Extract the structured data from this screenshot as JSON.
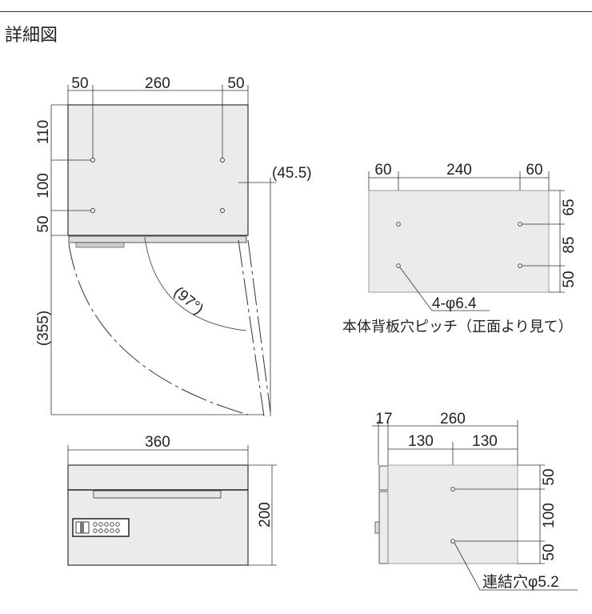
{
  "title": "詳細図",
  "top_view": {
    "width_dims": [
      "50",
      "260",
      "50"
    ],
    "height_dims": [
      "110",
      "100",
      "50"
    ],
    "offset_dim": "(45.5)",
    "door_depth_dim": "(355)",
    "door_angle": "(97°)"
  },
  "front_view": {
    "width_dim": "360",
    "height_dim": "200"
  },
  "back_panel": {
    "width_dims": [
      "60",
      "240",
      "60"
    ],
    "height_dims": [
      "65",
      "85",
      "50"
    ],
    "hole_label": "4-φ6.4",
    "caption": "本体背板穴ピッチ（正面より見て）"
  },
  "side_view": {
    "flange_dim": "17",
    "width_dim": "260",
    "half_dims": [
      "130",
      "130"
    ],
    "height_dims": [
      "50",
      "100",
      "50"
    ],
    "hole_label": "連結穴φ5.2"
  }
}
